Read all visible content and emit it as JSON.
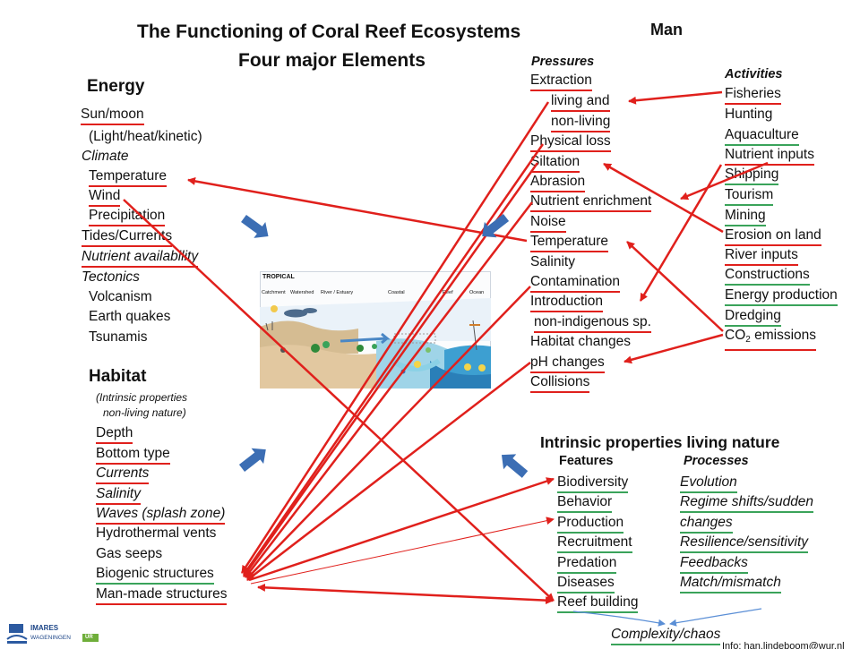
{
  "title": {
    "line1": "The Functioning of Coral Reef Ecosystems",
    "line2": "Four major Elements",
    "man": "Man"
  },
  "energy": {
    "heading": "Energy",
    "items": [
      "Sun/moon",
      "(Light/heat/kinetic)",
      "Climate",
      "Temperature",
      "Wind",
      "Precipitation",
      "Tides/Currents",
      "Nutrient availability",
      "Tectonics",
      "Volcanism",
      "Earth quakes",
      "Tsunamis"
    ]
  },
  "habitat": {
    "heading": "Habitat",
    "note1": "(Intrinsic properties",
    "note2": "non-living nature)",
    "items": [
      "Depth",
      "Bottom type",
      "Currents",
      "Salinity",
      "Waves (splash zone)",
      "Hydrothermal vents",
      "Gas seeps",
      "Biogenic structures",
      "Man-made structures"
    ]
  },
  "pressures": {
    "heading": "Pressures",
    "items": [
      "Extraction",
      "living and",
      "non-living",
      "Physical loss",
      "Siltation",
      "Abrasion",
      "Nutrient enrichment",
      "Noise",
      "Temperature",
      "Salinity",
      "Contamination",
      "Introduction",
      "non-indigenous sp.",
      "Habitat changes",
      "pH changes",
      "Collisions"
    ]
  },
  "activities": {
    "heading": "Activities",
    "items": [
      "Fisheries",
      "Hunting",
      "Aquaculture",
      "Nutrient inputs",
      "Shipping",
      "Tourism",
      "Mining",
      "Erosion on  land",
      "River inputs",
      "Constructions",
      "Energy production",
      "Dredging"
    ],
    "co2_prefix": "CO",
    "co2_sub": "2",
    "co2_suffix": " emissions"
  },
  "intrinsic": {
    "heading": "Intrinsic properties living nature",
    "features_heading": "Features",
    "processes_heading": "Processes",
    "features": [
      "Biodiversity",
      "Behavior",
      "Production",
      "Recruitment",
      "Predation",
      "Diseases",
      "Reef building"
    ],
    "processes": [
      "Evolution",
      "Regime shifts/sudden",
      "changes",
      "Resilience/sensitivity",
      "Feedbacks",
      "Match/mismatch"
    ],
    "complexity": "Complexity/chaos"
  },
  "figure": {
    "label": "TROPICAL",
    "zones": [
      "Catchment",
      "Watershed",
      "River / Estuary",
      "Coastal",
      "Reef",
      "Ocean"
    ]
  },
  "footer": {
    "info": "Info: han.lindeboom@wur.nl",
    "logo_line1": "IMARES",
    "logo_line2": "WAGENINGEN",
    "logo_badge": "UR"
  },
  "colors": {
    "arrow_red": "#e0201c",
    "underline_red": "#e0201c",
    "underline_green": "#3aa35a",
    "block_arrow": "#3c6eb4",
    "thin_arrow": "#5b8fd6"
  }
}
